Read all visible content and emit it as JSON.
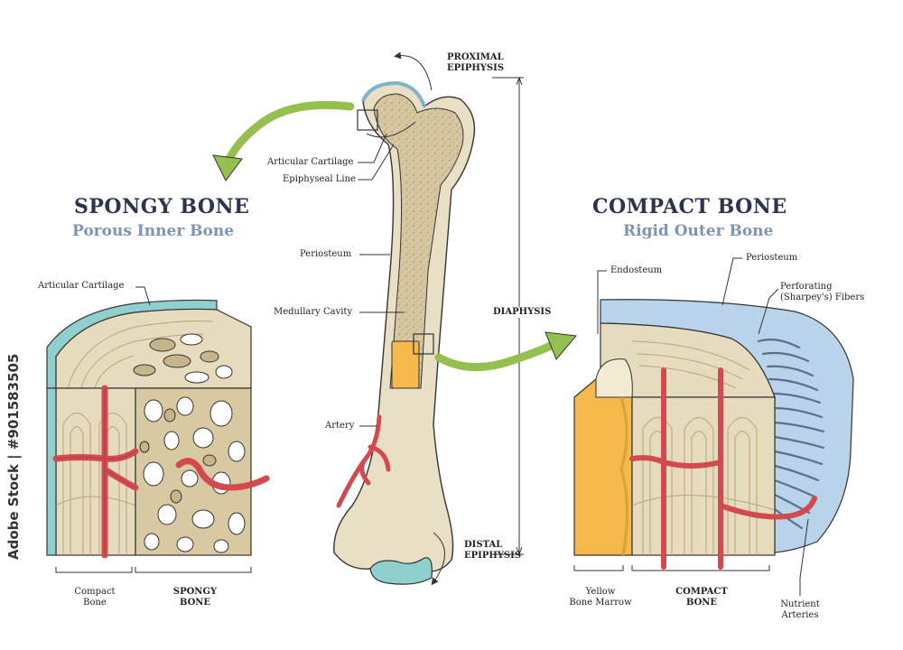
{
  "left_panel": {
    "title": "SPONGY BONE",
    "subtitle": "Porous Inner Bone",
    "labels": {
      "articular_cartilage": "Articular Cartilage",
      "compact_bone": "Compact\nBone",
      "spongy_bone": "SPONGY\nBONE"
    }
  },
  "center_panel": {
    "labels": {
      "proximal_epiphysis": "PROXIMAL\nEPIPHYSIS",
      "articular_cartilage": "Articular Cartilage",
      "epiphyseal_line": "Epiphyseal Line",
      "periosteum": "Periosteum",
      "medullary_cavity": "Medullary Cavity",
      "diaphysis": "DIAPHYSIS",
      "artery": "Artery",
      "distal_epiphysis": "DISTAL\nEPIPHYSIS"
    }
  },
  "right_panel": {
    "title": "COMPACT BONE",
    "subtitle": "Rigid Outer Bone",
    "labels": {
      "endosteum": "Endosteum",
      "periosteum": "Periosteum",
      "perforating_fibers": "Perforating\n(Sharpey's) Fibers",
      "yellow_bone_marrow": "Yellow\nBone Marrow",
      "compact_bone": "COMPACT\nBONE",
      "nutrient_arteries": "Nutrient\nArteries"
    }
  },
  "watermark": "Adobe Stock | #901583505",
  "colors": {
    "bone": "#e9dfc4",
    "bone_dark": "#cbbf9c",
    "spongy_fill": "#d8c9a3",
    "artery": "#d24a4e",
    "cartilage": "#8fd0cf",
    "marrow": "#f5b84a",
    "periosteum": "#b9d3ea",
    "arrow": "#93c04f",
    "title": "#2b3550",
    "subtitle": "#7d95b3"
  }
}
